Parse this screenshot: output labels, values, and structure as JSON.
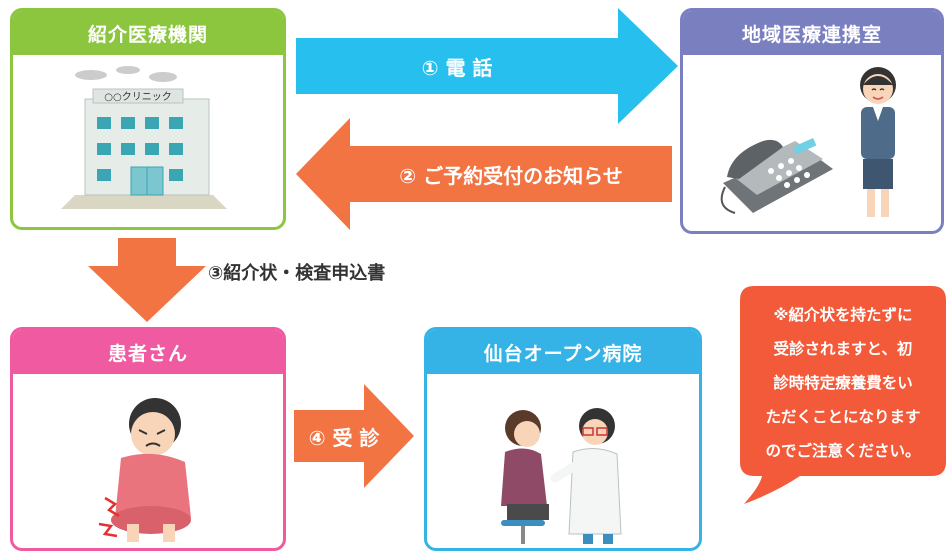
{
  "boxes": {
    "referring": {
      "title": "紹介医療機関",
      "color": "#8cc63f",
      "sign": "○○クリニック"
    },
    "liaison": {
      "title": "地域医療連携室",
      "color": "#7a7fc0"
    },
    "patient": {
      "title": "患者さん",
      "color": "#ef5aa0"
    },
    "hospital": {
      "title": "仙台オープン病院",
      "color": "#35b3e6"
    }
  },
  "arrows": {
    "phone": {
      "label": "① 電 話",
      "color": "#27c0ee"
    },
    "notice": {
      "label": "② ご予約受付のお知らせ",
      "color": "#f27443"
    },
    "referral": {
      "label": "③紹介状・検査申込書",
      "color": "#f27443"
    },
    "visit": {
      "label": "④ 受 診",
      "color": "#f27443"
    }
  },
  "note": {
    "lines": [
      "※紹介状を持たずに",
      "受診されますと、初",
      "診時特定療養費をい",
      "ただくことになります",
      "のでご注意ください。"
    ],
    "color": "#f25a3a"
  }
}
